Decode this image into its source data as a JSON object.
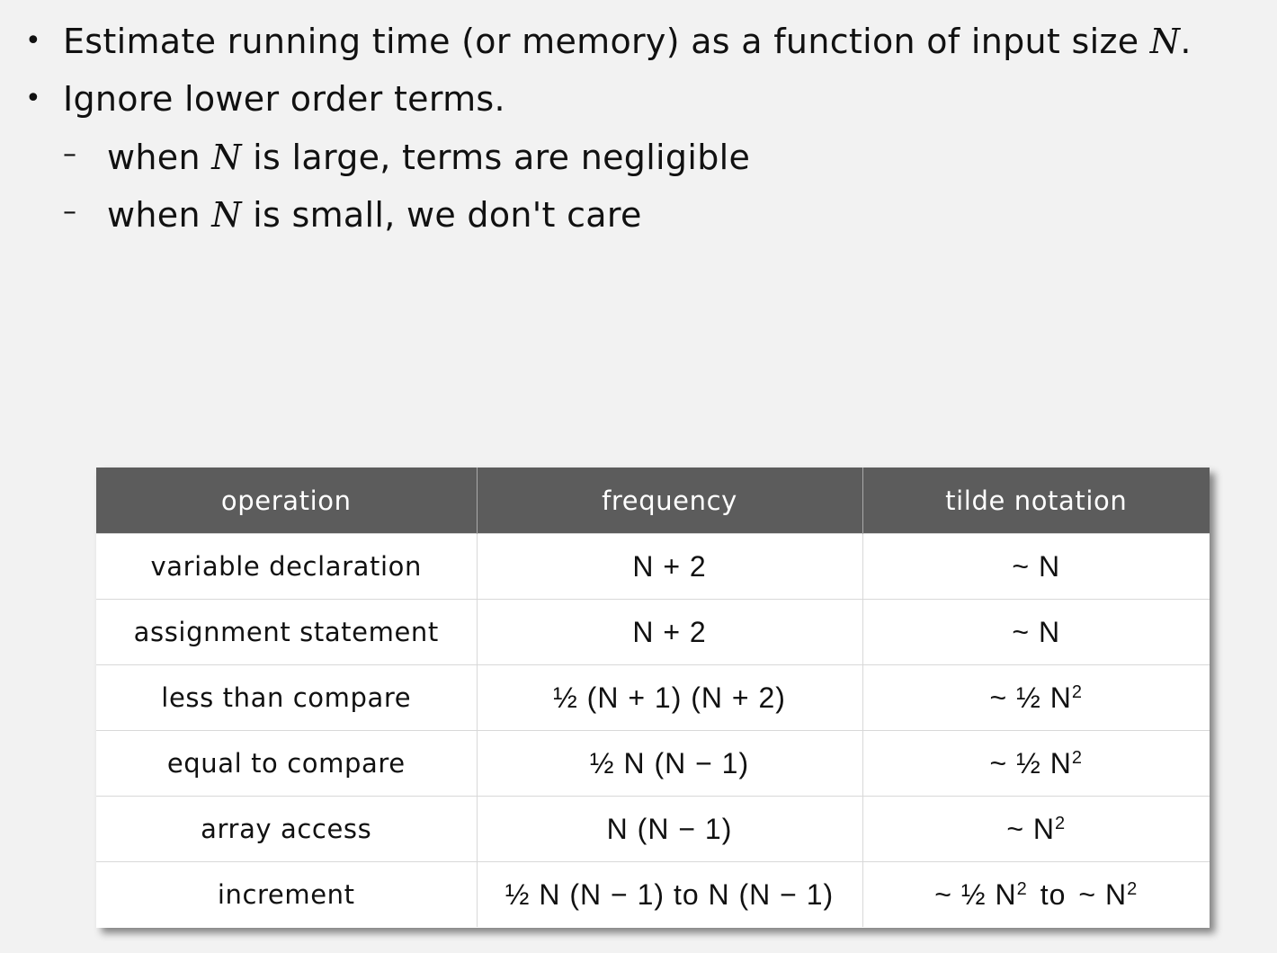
{
  "bullets": [
    {
      "marker": "•",
      "pre": "Estimate running time (or memory) as a function of input size ",
      "var": "N",
      "post": "."
    },
    {
      "marker": "•",
      "text": "Ignore lower order terms."
    }
  ],
  "sub_bullets": [
    {
      "marker": "–",
      "pre": "when ",
      "var": "N",
      "post": " is large, terms are negligible"
    },
    {
      "marker": "–",
      "pre": "when ",
      "var": "N",
      "post": " is small, we don't care"
    }
  ],
  "table": {
    "headers": [
      "operation",
      "frequency",
      "tilde notation"
    ],
    "rows": [
      {
        "operation": "variable declaration",
        "frequency": "N + 2",
        "tilde": "~ N",
        "tilde_exp": ""
      },
      {
        "operation": "assignment statement",
        "frequency": "N + 2",
        "tilde": "~ N",
        "tilde_exp": ""
      },
      {
        "operation": "less than compare",
        "frequency": "½ (N + 1) (N + 2)",
        "tilde": "~ ½ N",
        "tilde_exp": "2"
      },
      {
        "operation": "equal to compare",
        "frequency": "½ N (N − 1)",
        "tilde": "~ ½ N",
        "tilde_exp": "2"
      },
      {
        "operation": "array access",
        "frequency": "N (N − 1)",
        "tilde": "~ N",
        "tilde_exp": "2"
      },
      {
        "operation": "increment",
        "frequency": "½ N (N − 1) to N (N − 1)",
        "tilde": "~ ½ N",
        "tilde_exp": "2",
        "tilde_mid": "to",
        "tilde2": "~ N",
        "tilde2_exp": "2"
      }
    ]
  }
}
